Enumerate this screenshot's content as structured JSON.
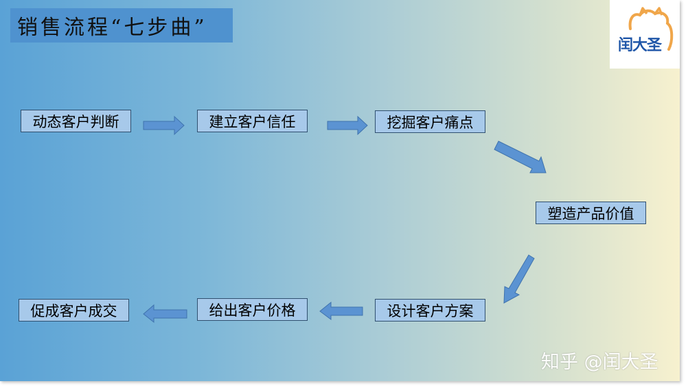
{
  "title": "销售流程“七步曲”",
  "logo": {
    "text": "闰大圣"
  },
  "steps": [
    {
      "id": "step-1",
      "label": "动态客户判断"
    },
    {
      "id": "step-2",
      "label": "建立客户信任"
    },
    {
      "id": "step-3",
      "label": "挖掘客户痛点"
    },
    {
      "id": "step-4",
      "label": "塑造产品价值"
    },
    {
      "id": "step-5",
      "label": "设计客户方案"
    },
    {
      "id": "step-6",
      "label": "给出客户价格"
    },
    {
      "id": "step-7",
      "label": "促成客户成交"
    }
  ],
  "watermark": "知乎 @闰大圣",
  "colors": {
    "step_fill": "#a7c9ea",
    "step_border": "#2f4f6f",
    "arrow_fill": "#5b93d2",
    "title_fill": "#4f92cf",
    "logo_text": "#1f56a8"
  }
}
